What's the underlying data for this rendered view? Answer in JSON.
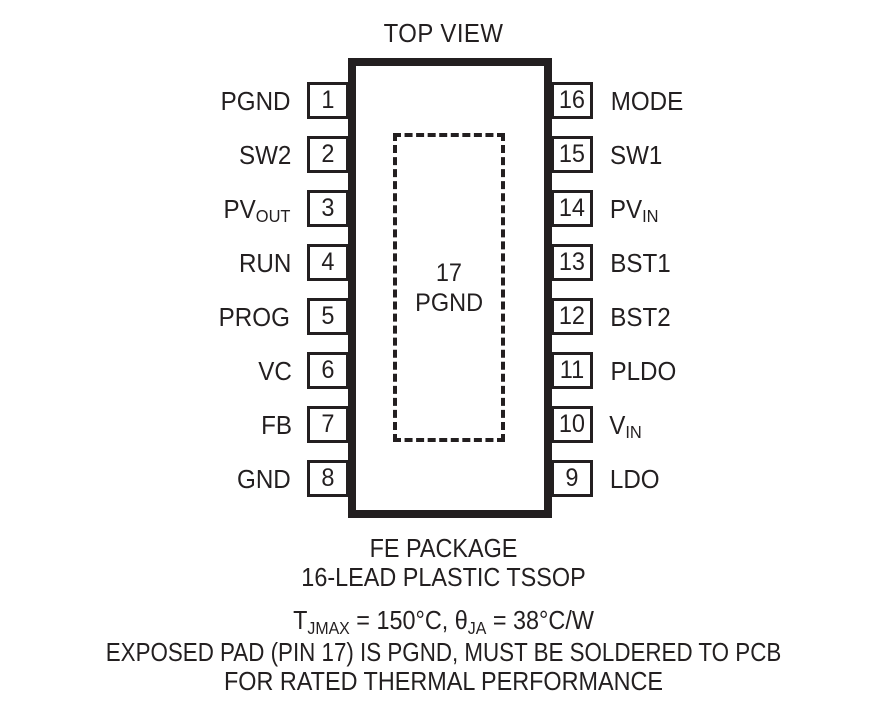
{
  "diagram": {
    "title": "TOP VIEW",
    "exposed_pad": {
      "pin_number": "17",
      "name": "PGND"
    },
    "pins_left": [
      {
        "number": "1",
        "label": "PGND"
      },
      {
        "number": "2",
        "label": "SW2"
      },
      {
        "number": "3",
        "label": "PV",
        "sub": "OUT"
      },
      {
        "number": "4",
        "label": "RUN"
      },
      {
        "number": "5",
        "label": "PROG"
      },
      {
        "number": "6",
        "label": "VC"
      },
      {
        "number": "7",
        "label": "FB"
      },
      {
        "number": "8",
        "label": "GND"
      }
    ],
    "pins_right": [
      {
        "number": "16",
        "label": "MODE"
      },
      {
        "number": "15",
        "label": "SW1"
      },
      {
        "number": "14",
        "label": "PV",
        "sub": "IN"
      },
      {
        "number": "13",
        "label": "BST1"
      },
      {
        "number": "12",
        "label": "BST2"
      },
      {
        "number": "11",
        "label": "PLDO"
      },
      {
        "number": "10",
        "label": "V",
        "sub": "IN"
      },
      {
        "number": "9",
        "label": "LDO"
      }
    ],
    "caption": {
      "line1": "FE PACKAGE",
      "line2": "16-LEAD PLASTIC TSSOP",
      "thermal": {
        "t_symbol": "T",
        "t_sub": "JMAX",
        "t_value": " = 150°C, ",
        "theta_symbol": "θ",
        "theta_sub": "JA",
        "theta_value": " = 38°C/W"
      },
      "line4": "EXPOSED PAD (PIN 17) IS PGND, MUST BE SOLDERED TO PCB",
      "line5": "FOR RATED THERMAL PERFORMANCE"
    },
    "colors": {
      "ink": "#231f20",
      "background": "#ffffff"
    }
  }
}
